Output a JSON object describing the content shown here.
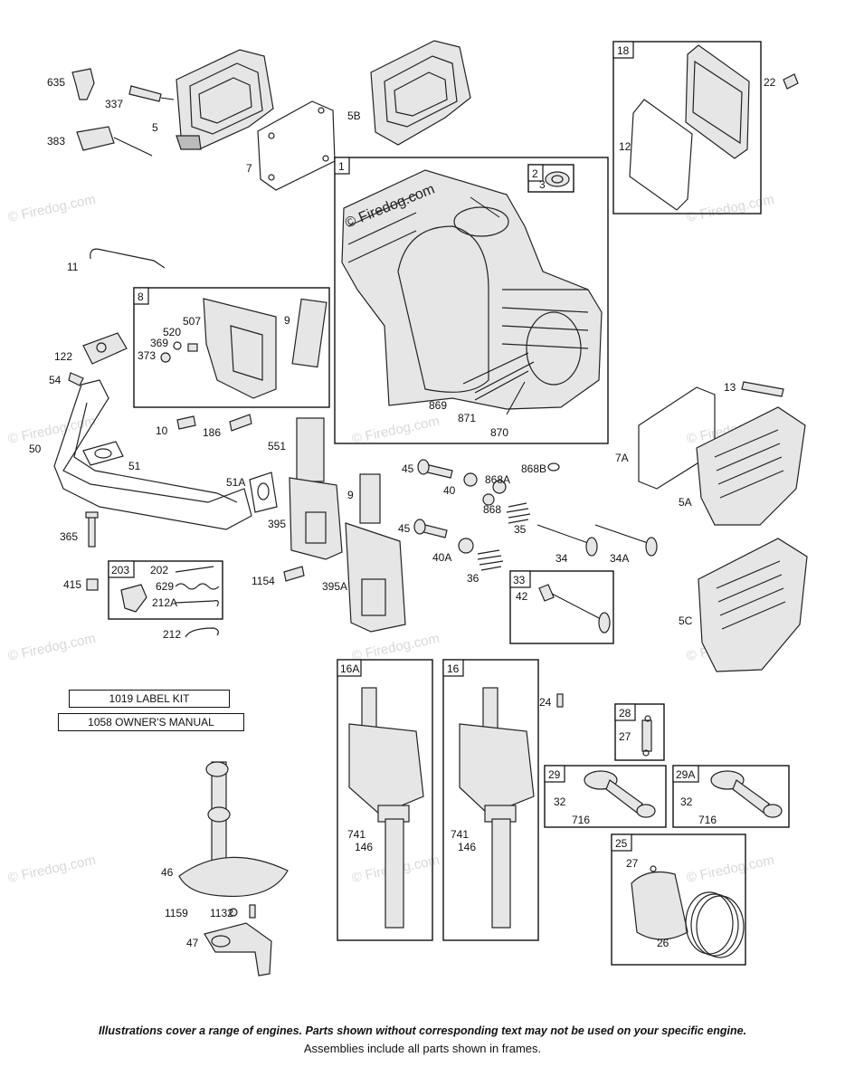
{
  "watermarks": {
    "main": "© Firedog.com",
    "tile": "© Firedog.com"
  },
  "callouts": {
    "c635": "635",
    "c337": "337",
    "c5": "5",
    "c383": "383",
    "c7": "7",
    "c5B": "5B",
    "c1": "1",
    "c2": "2",
    "c3": "3",
    "c18": "18",
    "c12": "12",
    "c22": "22",
    "c11": "11",
    "c8": "8",
    "c507": "507",
    "c520": "520",
    "c369": "369",
    "c373": "373",
    "c9a": "9",
    "c122": "122",
    "c54": "54",
    "c869": "869",
    "c871": "871",
    "c870": "870",
    "c13": "13",
    "c10": "10",
    "c186": "186",
    "c551": "551",
    "c7A": "7A",
    "c50": "50",
    "c51": "51",
    "c45a": "45",
    "c40": "40",
    "c868A": "868A",
    "c868B": "868B",
    "c868": "868",
    "c35": "35",
    "c51A": "51A",
    "c9b": "9",
    "c5A": "5A",
    "c395": "395",
    "c45b": "45",
    "c40A": "40A",
    "c34": "34",
    "c34A": "34A",
    "c365": "365",
    "c36": "36",
    "c33": "33",
    "c42": "42",
    "c203": "203",
    "c202": "202",
    "c629": "629",
    "c212A": "212A",
    "c415": "415",
    "c1154": "1154",
    "c395A": "395A",
    "c5C": "5C",
    "c212": "212",
    "c16A": "16A",
    "c16": "16",
    "c24": "24",
    "c28": "28",
    "c27a": "27",
    "c29": "29",
    "c29A": "29A",
    "c32a": "32",
    "c716a": "716",
    "c32b": "32",
    "c716b": "716",
    "c741a": "741",
    "c146a": "146",
    "c741b": "741",
    "c146b": "146",
    "c25": "25",
    "c27b": "27",
    "c26": "26",
    "c46": "46",
    "c1159": "1159",
    "c1132": "1132",
    "c47": "47"
  },
  "kits": {
    "label_kit": "1019 LABEL KIT",
    "owners_manual": "1058 OWNER'S MANUAL"
  },
  "footer": {
    "note": "Illustrations cover a range of engines. Parts shown without corresponding text may not be used on your specific engine.",
    "sub": "Assemblies include all parts shown in frames."
  }
}
